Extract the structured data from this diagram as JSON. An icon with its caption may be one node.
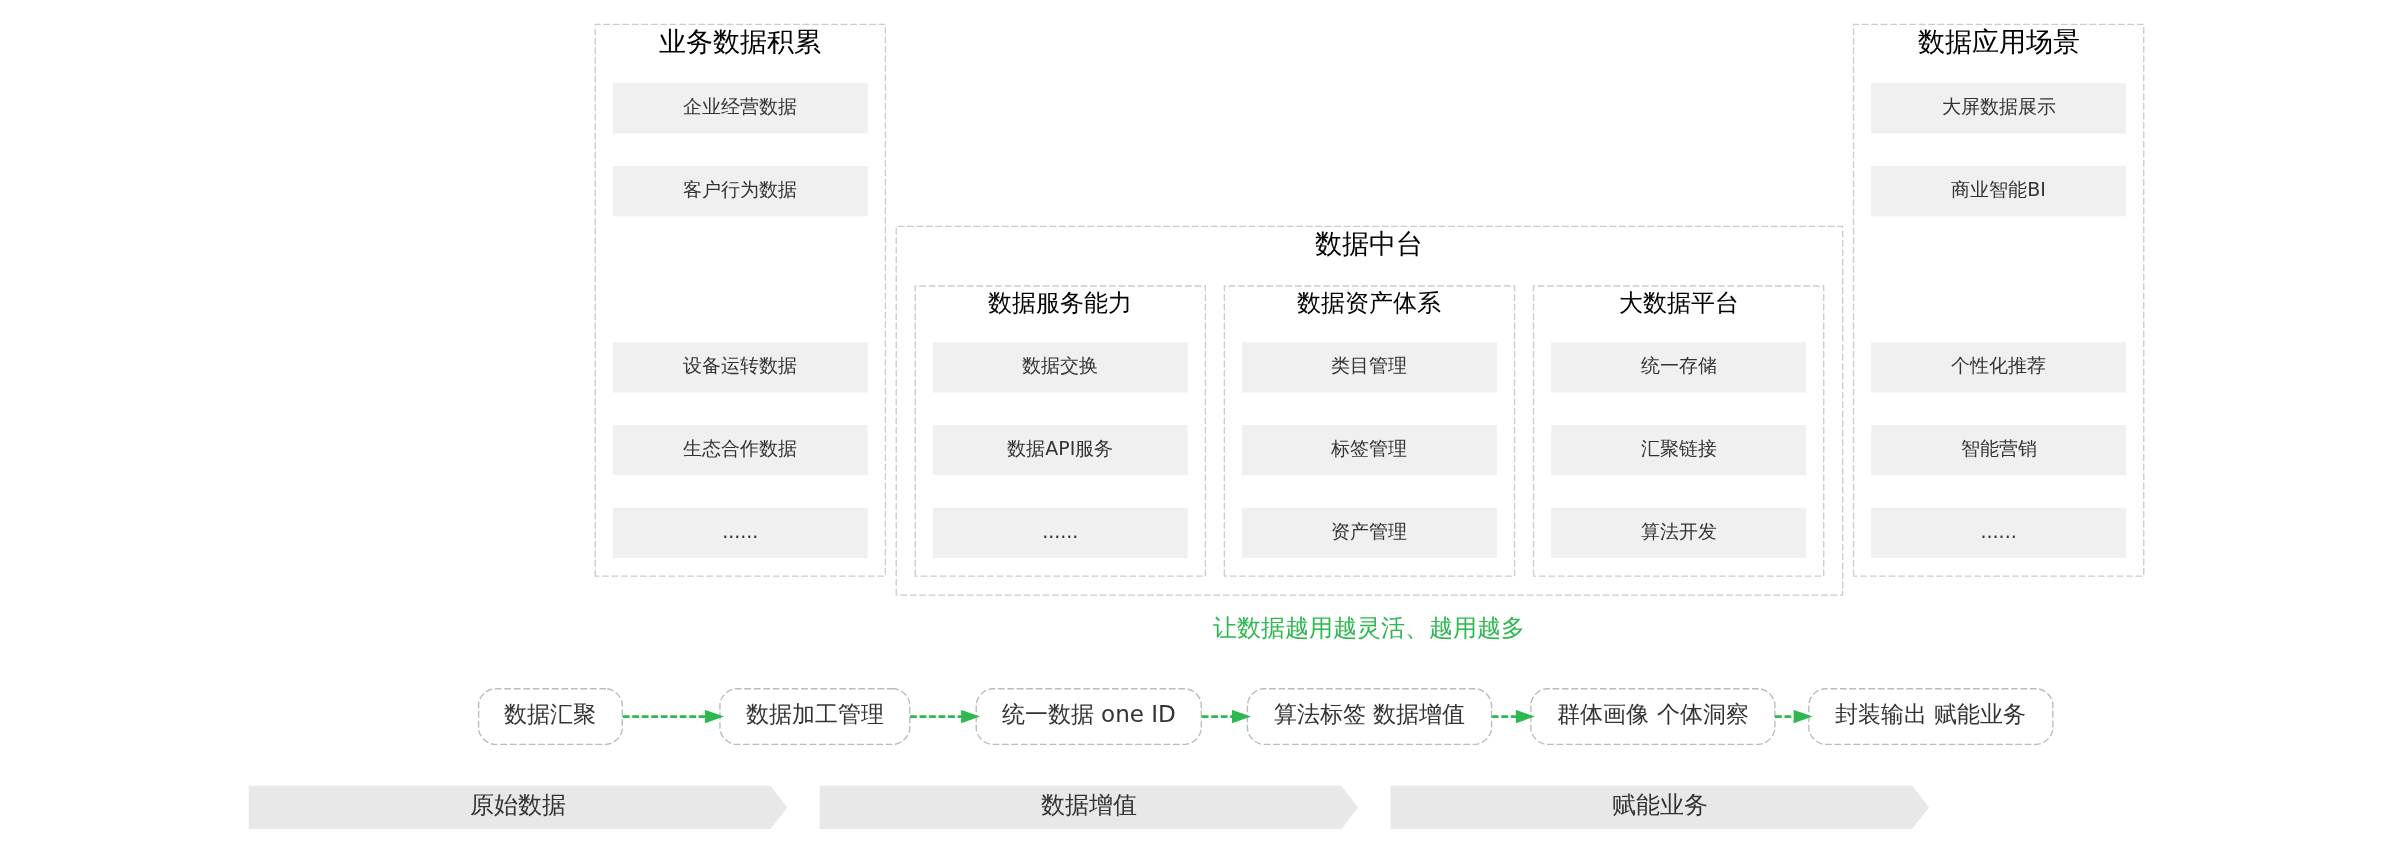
{
  "diagram": {
    "nodes": [
      {
        "text": [
          "业务数据积累"
        ]
      },
      {
        "text": [
          "企业经营数据"
        ],
        "in": 0
      },
      {
        "text": [
          "客户行为数据"
        ],
        "in": 0
      },
      {
        "text": [
          "设备运转数据"
        ],
        "in": 0
      },
      {
        "text": [
          "生态合作数据"
        ],
        "in": 0
      },
      {
        "text": [
          "......"
        ],
        "in": 0
      },
      {
        "text": [
          "数据中台"
        ]
      },
      {
        "text": [
          "大数据平台"
        ],
        "in": 6
      },
      {
        "text": [
          "统一存储"
        ],
        "in": 7
      },
      {
        "text": [
          "汇聚链接"
        ],
        "in": 7
      },
      {
        "text": [
          "算法开发"
        ],
        "in": 7
      },
      {
        "text": [
          "数据资产体系"
        ],
        "in": 6
      },
      {
        "text": [
          "类目管理"
        ],
        "in": 11
      },
      {
        "text": [
          "标签管理"
        ],
        "in": 11
      },
      {
        "text": [
          "资产管理"
        ],
        "in": 11
      },
      {
        "text": [
          "数据服务能力"
        ],
        "in": 6
      },
      {
        "text": [
          "数据交换"
        ],
        "in": 15
      },
      {
        "text": [
          "数据API服务"
        ],
        "in": 15
      },
      {
        "text": [
          "......"
        ],
        "in": 15
      },
      {
        "text": [
          "数据应用场景"
        ]
      },
      {
        "text": [
          "大屏数据展示"
        ],
        "in": 19
      },
      {
        "text": [
          "商业智能BI"
        ],
        "in": 19
      },
      {
        "text": [
          "个性化推荐"
        ],
        "in": 19
      },
      {
        "text": [
          "智能营销"
        ],
        "in": 19
      },
      {
        "text": [
          "......"
        ],
        "in": 19
      },
      {
        "text": [
          "数据汇聚"
        ]
      },
      {
        "text": [
          "数据加工管理"
        ]
      },
      {
        "text": [
          "统一数据 one ID"
        ]
      },
      {
        "text": [
          "算法标签 数据增值"
        ]
      },
      {
        "text": [
          "群体画像 个体洞察"
        ]
      },
      {
        "text": [
          "封装输出 赋能业务"
        ]
      },
      {
        "text": [
          "原始数据"
        ]
      },
      {
        "text": [
          "数据增值"
        ]
      },
      {
        "text": [
          "赋能业务"
        ]
      }
    ],
    "edges": [
      {
        "from": 25,
        "to": 26,
        "arrow": "to",
        "style": "dashed"
      },
      {
        "from": 26,
        "to": 27,
        "arrow": "to",
        "style": "dashed"
      },
      {
        "from": 27,
        "to": 28,
        "arrow": "to",
        "style": "dashed"
      },
      {
        "from": 28,
        "to": 29,
        "arrow": "to",
        "style": "dashed"
      },
      {
        "from": 29,
        "to": 30,
        "arrow": "to",
        "style": "dashed"
      }
    ],
    "labels": [
      "让数据越用越灵活、越用越多"
    ]
  }
}
